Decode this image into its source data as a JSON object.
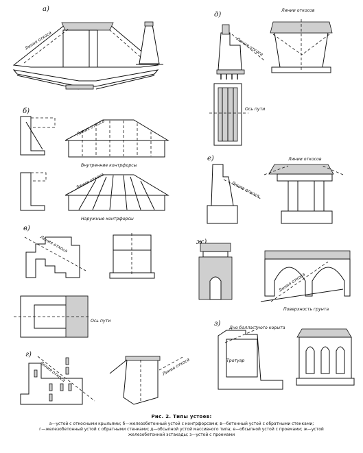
{
  "panels": {
    "a": {
      "letter": "а)",
      "note": "Линия откоса"
    },
    "b": {
      "letter": "б)",
      "note_top": "Линия откоса",
      "label_inner": "Внутренние контрфорсы",
      "note_bottom": "Линия откоса",
      "label_outer": "Наружные контрфорсы"
    },
    "v": {
      "letter": "в)",
      "note": "Линия откоса",
      "axis": "Ось пути"
    },
    "g": {
      "letter": "г)",
      "note_left": "Линия откоса",
      "note_right": "Линия откоса"
    },
    "d": {
      "letter": "д)",
      "note_slope": "Линия откоса",
      "note_lines": "Линии откосов",
      "axis": "Ось пути"
    },
    "e": {
      "letter": "е)",
      "note_slope": "Линия откоса",
      "note_lines": "Линии откосов"
    },
    "zh": {
      "letter": "ж)",
      "note_slope": "Линия откоса",
      "note_ground": "Поверхность грунта"
    },
    "z": {
      "letter": "з)",
      "note_bottom": "Дно балластного корыта",
      "note_sidewalk": "Тротуар"
    }
  },
  "caption": {
    "title": "Рис. 2. Типы устоев:",
    "line1": "а—устой с откосными крыльями; б—железобетонный устой с контрфорсами; в—бетонный устой с обратными стенками;",
    "line2": "г—железобетонный устой с обратными стенками; д—обсыпной устой массивного типа; е—обсыпной устой с проемами; ж—устой",
    "line3": "железобетонной эстакады; з—устой с проемами"
  }
}
